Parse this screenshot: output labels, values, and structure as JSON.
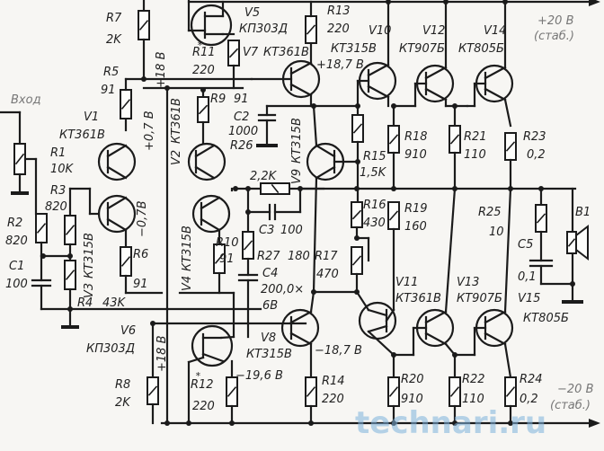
{
  "diagram": {
    "type": "circuit-schematic",
    "title_input": "Вход",
    "supply_pos": {
      "voltage": "+20 В",
      "note": "(стаб.)"
    },
    "supply_neg": {
      "voltage": "−20 В",
      "note": "(стаб.)"
    },
    "watermark": "technari.ru",
    "resistors": [
      {
        "ref": "R1",
        "value": "10K",
        "kind": "potentiometer"
      },
      {
        "ref": "R2",
        "value": "820"
      },
      {
        "ref": "R3",
        "value": "820"
      },
      {
        "ref": "R4",
        "value": "43K"
      },
      {
        "ref": "R5",
        "value": "91"
      },
      {
        "ref": "R6",
        "value": "91"
      },
      {
        "ref": "R7",
        "value": "2K"
      },
      {
        "ref": "R8",
        "value": "2K"
      },
      {
        "ref": "R9",
        "value": "91"
      },
      {
        "ref": "R10",
        "value": "91"
      },
      {
        "ref": "R11",
        "value": "220",
        "starred": true
      },
      {
        "ref": "R12",
        "value": "220",
        "starred": true
      },
      {
        "ref": "R13",
        "value": "220"
      },
      {
        "ref": "R14",
        "value": "220"
      },
      {
        "ref": "R15",
        "value": "1,5K"
      },
      {
        "ref": "R16",
        "value": "430"
      },
      {
        "ref": "R17",
        "value": "470",
        "kind": "trimmer"
      },
      {
        "ref": "R18",
        "value": "910"
      },
      {
        "ref": "R19",
        "value": "160"
      },
      {
        "ref": "R20",
        "value": "910"
      },
      {
        "ref": "R21",
        "value": "110"
      },
      {
        "ref": "R22",
        "value": "110"
      },
      {
        "ref": "R23",
        "value": "0,2"
      },
      {
        "ref": "R24",
        "value": "0,2"
      },
      {
        "ref": "R25",
        "value": "10"
      },
      {
        "ref": "R26",
        "value": "2,2K"
      },
      {
        "ref": "R27",
        "value": "180"
      }
    ],
    "capacitors": [
      {
        "ref": "C1",
        "value": "100"
      },
      {
        "ref": "C2",
        "value": "1000"
      },
      {
        "ref": "C3",
        "value": "100"
      },
      {
        "ref": "C4",
        "value": "200,0×",
        "rating": "6В"
      },
      {
        "ref": "C5",
        "value": "0,1"
      }
    ],
    "transistors": [
      {
        "ref": "V1",
        "type": "КТ361В"
      },
      {
        "ref": "V2",
        "type": "КТ361В"
      },
      {
        "ref": "V3",
        "type": "КТ315В"
      },
      {
        "ref": "V4",
        "type": "КТ315В"
      },
      {
        "ref": "V5",
        "type": "КП303Д"
      },
      {
        "ref": "V6",
        "type": "КП303Д"
      },
      {
        "ref": "V7",
        "type": "КТ361В"
      },
      {
        "ref": "V8",
        "type": "КТ315В"
      },
      {
        "ref": "V9",
        "type": "КТ315В"
      },
      {
        "ref": "V10",
        "type": "КТ315В"
      },
      {
        "ref": "V11",
        "type": "КТ361В"
      },
      {
        "ref": "V12",
        "type": "КТ907Б"
      },
      {
        "ref": "V13",
        "type": "КТ907Б"
      },
      {
        "ref": "V14",
        "type": "КТ805Б"
      },
      {
        "ref": "V15",
        "type": "КТ805Б"
      }
    ],
    "speaker": {
      "ref": "B1"
    },
    "voltages": {
      "v_p18": "+18 В",
      "v_p07": "+0,7 В",
      "v_m07": "−0,7В",
      "v_p187": "+18,7 В",
      "v_m187": "−18,7 В",
      "v_m196": "−19,6 В",
      "v_p18b": "+18 В"
    }
  }
}
